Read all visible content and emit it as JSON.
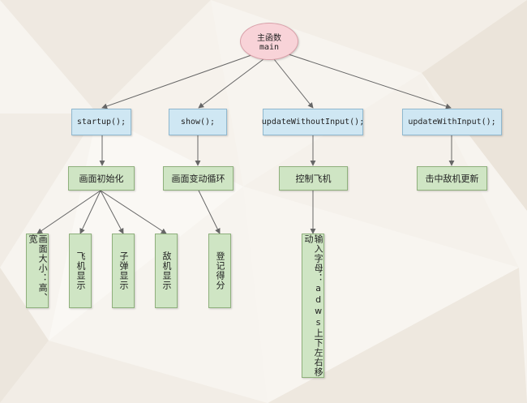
{
  "root": {
    "line1": "主函数",
    "line2": "main"
  },
  "level1": [
    {
      "label": "startup();"
    },
    {
      "label": "show();"
    },
    {
      "label": "updateWithoutInput();"
    },
    {
      "label": "updateWithInput();"
    }
  ],
  "level2": [
    {
      "label": "画面初始化"
    },
    {
      "label": "画面变动循环"
    },
    {
      "label": "控制飞机"
    },
    {
      "label": "击中敌机更新"
    }
  ],
  "level3": [
    {
      "label": "画面大小：高、宽"
    },
    {
      "label": "飞机显示"
    },
    {
      "label": "子弹显示"
    },
    {
      "label": "敌机显示"
    },
    {
      "label": "登记得分"
    },
    {
      "label": "输入字母：adws上下左右移动"
    }
  ],
  "colors": {
    "root_fill": "#f8d3d8",
    "function_fill": "#cfe7f3",
    "step_fill": "#cfe5c4",
    "edge": "#666666"
  }
}
